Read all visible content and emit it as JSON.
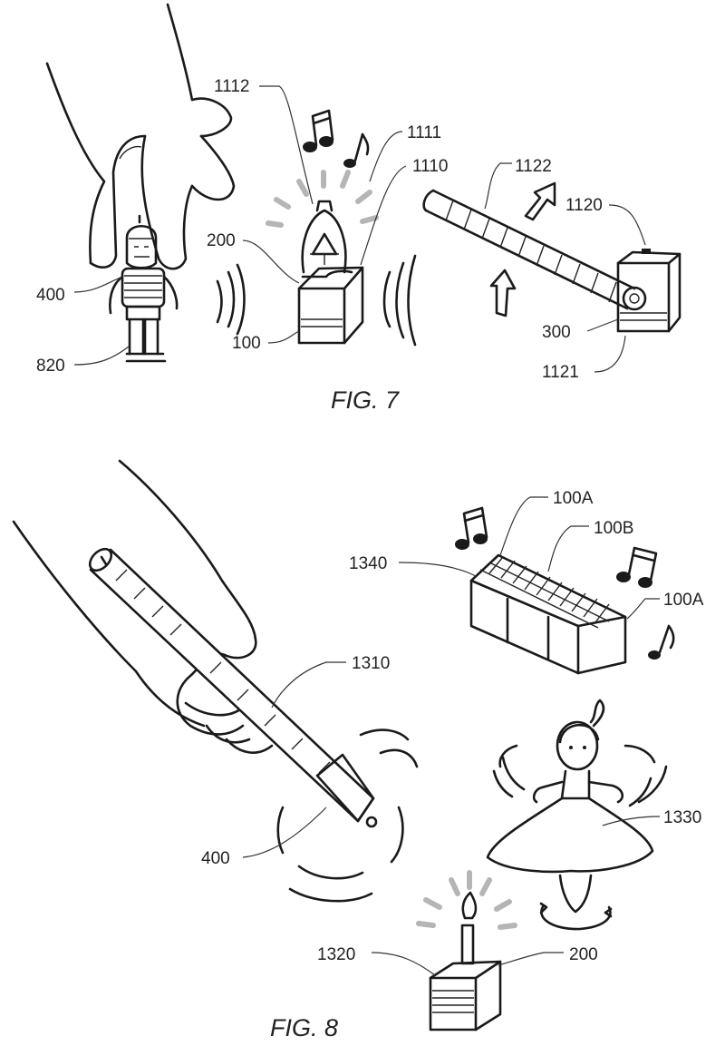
{
  "figures": [
    {
      "caption": "FIG. 7",
      "labels": {
        "r1112": "1112",
        "r1111": "1111",
        "r1110": "1110",
        "r1122": "1122",
        "r1120": "1120",
        "r200": "200",
        "r400": "400",
        "r100": "100",
        "r820": "820",
        "r300": "300",
        "r1121": "1121"
      }
    },
    {
      "caption": "FIG. 8",
      "labels": {
        "r100A_top": "100A",
        "r100B": "100B",
        "r1340": "1340",
        "r100A_right": "100A",
        "r1310": "1310",
        "r1330": "1330",
        "r400": "400",
        "r1320": "1320",
        "r200": "200"
      }
    }
  ]
}
